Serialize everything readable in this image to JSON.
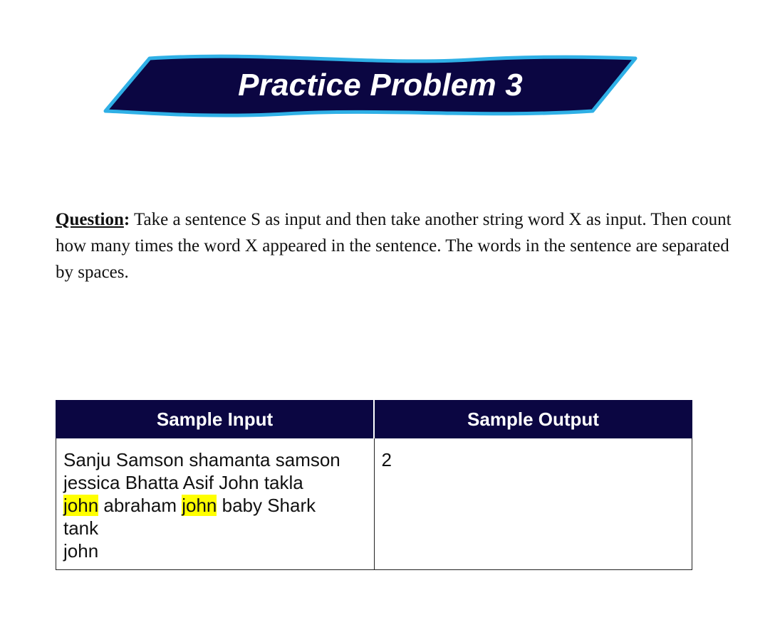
{
  "banner": {
    "title": "Practice Problem 3",
    "fill_color": "#0b0642",
    "border_color": "#2fb0e6"
  },
  "question": {
    "label": "Question",
    "colon": ":",
    "text": " Take a sentence S as input and then take another string word X as input. Then count how many times the word X appeared in the sentence. The words in the sentence are separated by spaces."
  },
  "table": {
    "header_color": "#0b0642",
    "headers": [
      "Sample Input",
      "Sample Output"
    ],
    "input": {
      "line1": "Sanju Samson shamanta samson",
      "line2": "jessica Bhatta Asif John takla",
      "line3_hl1": "john",
      "line3_mid": " abraham ",
      "line3_hl2": "john",
      "line3_end": " baby Shark",
      "line4": "tank",
      "line5": "john"
    },
    "output": "2",
    "highlight_color": "#ffff00"
  }
}
